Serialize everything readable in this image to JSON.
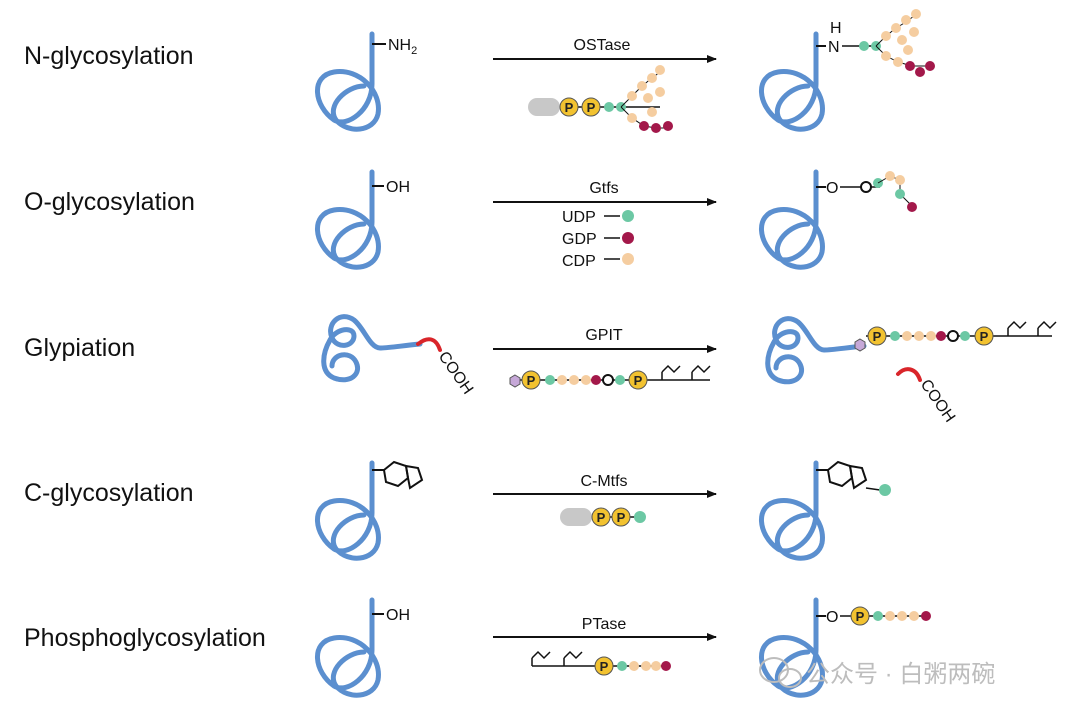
{
  "rows": [
    {
      "label": "N-glycosylation",
      "enzyme": "OSTase",
      "group_before": "NH",
      "group_before_sub": "2",
      "link_h": "H",
      "link_n": "N"
    },
    {
      "label": "O-glycosylation",
      "enzyme": "Gtfs",
      "group_before": "OH",
      "link_o": "O",
      "donors": [
        "UDP",
        "GDP",
        "CDP"
      ]
    },
    {
      "label": "Glypiation",
      "enzyme": "GPIT",
      "cooh_before": "COOH",
      "cooh_after": "COOH"
    },
    {
      "label": "C-glycosylation",
      "enzyme": "C-Mtfs"
    },
    {
      "label": "Phosphoglycosylation",
      "enzyme": "PTase",
      "group_before": "OH",
      "link_o": "O"
    }
  ],
  "phosphate_label": "P",
  "watermark": "公众号 · 白粥两碗",
  "colors": {
    "protein": "#5b8fcf",
    "gray_carrier": "#c8c8c8",
    "phosphate": "#f2c230",
    "green_sugar": "#6cc8a4",
    "peach_sugar": "#f5cda0",
    "red_sugar": "#a3184a",
    "red_cooh": "#d9252a",
    "purple_inositol": "#c6a8d8",
    "ring_dark": "#333333"
  }
}
